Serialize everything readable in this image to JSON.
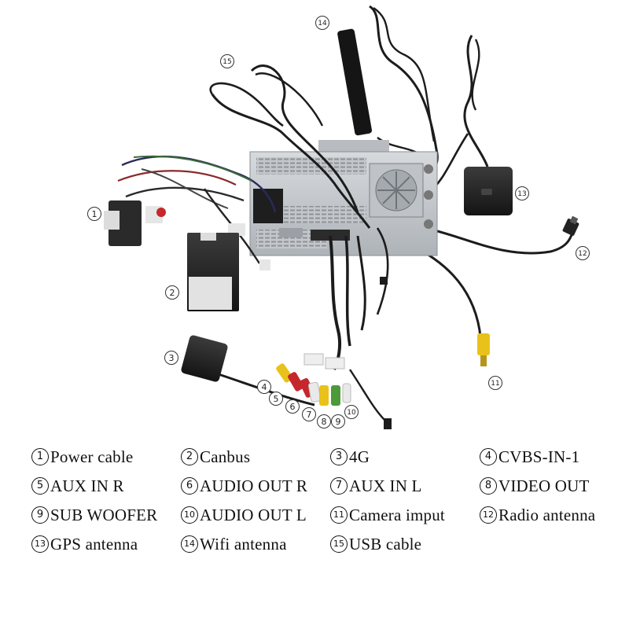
{
  "legend": [
    {
      "num": "1",
      "label": "Power cable"
    },
    {
      "num": "2",
      "label": "Canbus"
    },
    {
      "num": "3",
      "label": "4G"
    },
    {
      "num": "4",
      "label": "CVBS-IN-1"
    },
    {
      "num": "5",
      "label": "AUX IN R"
    },
    {
      "num": "6",
      "label": "AUDIO OUT R"
    },
    {
      "num": "7",
      "label": "AUX IN L"
    },
    {
      "num": "8",
      "label": "VIDEO OUT"
    },
    {
      "num": "9",
      "label": "SUB WOOFER"
    },
    {
      "num": "10",
      "label": "AUDIO OUT L"
    },
    {
      "num": "11",
      "label": "Camera imput"
    },
    {
      "num": "12",
      "label": "Radio antenna"
    },
    {
      "num": "13",
      "label": "GPS antenna"
    },
    {
      "num": "14",
      "label": "Wifi antenna"
    },
    {
      "num": "15",
      "label": "USB cable"
    }
  ],
  "callouts": [
    "1",
    "2",
    "3",
    "4",
    "5",
    "6",
    "7",
    "8",
    "9",
    "10",
    "11",
    "12",
    "13",
    "14",
    "15"
  ],
  "colors": {
    "rca_yellow": "#e8c21a",
    "rca_red": "#c4282c",
    "rca_white": "#e9e9e9",
    "rca_green": "#4c9a3a",
    "cable": "#1c1c1c",
    "chassis": "#c9cdd2"
  }
}
